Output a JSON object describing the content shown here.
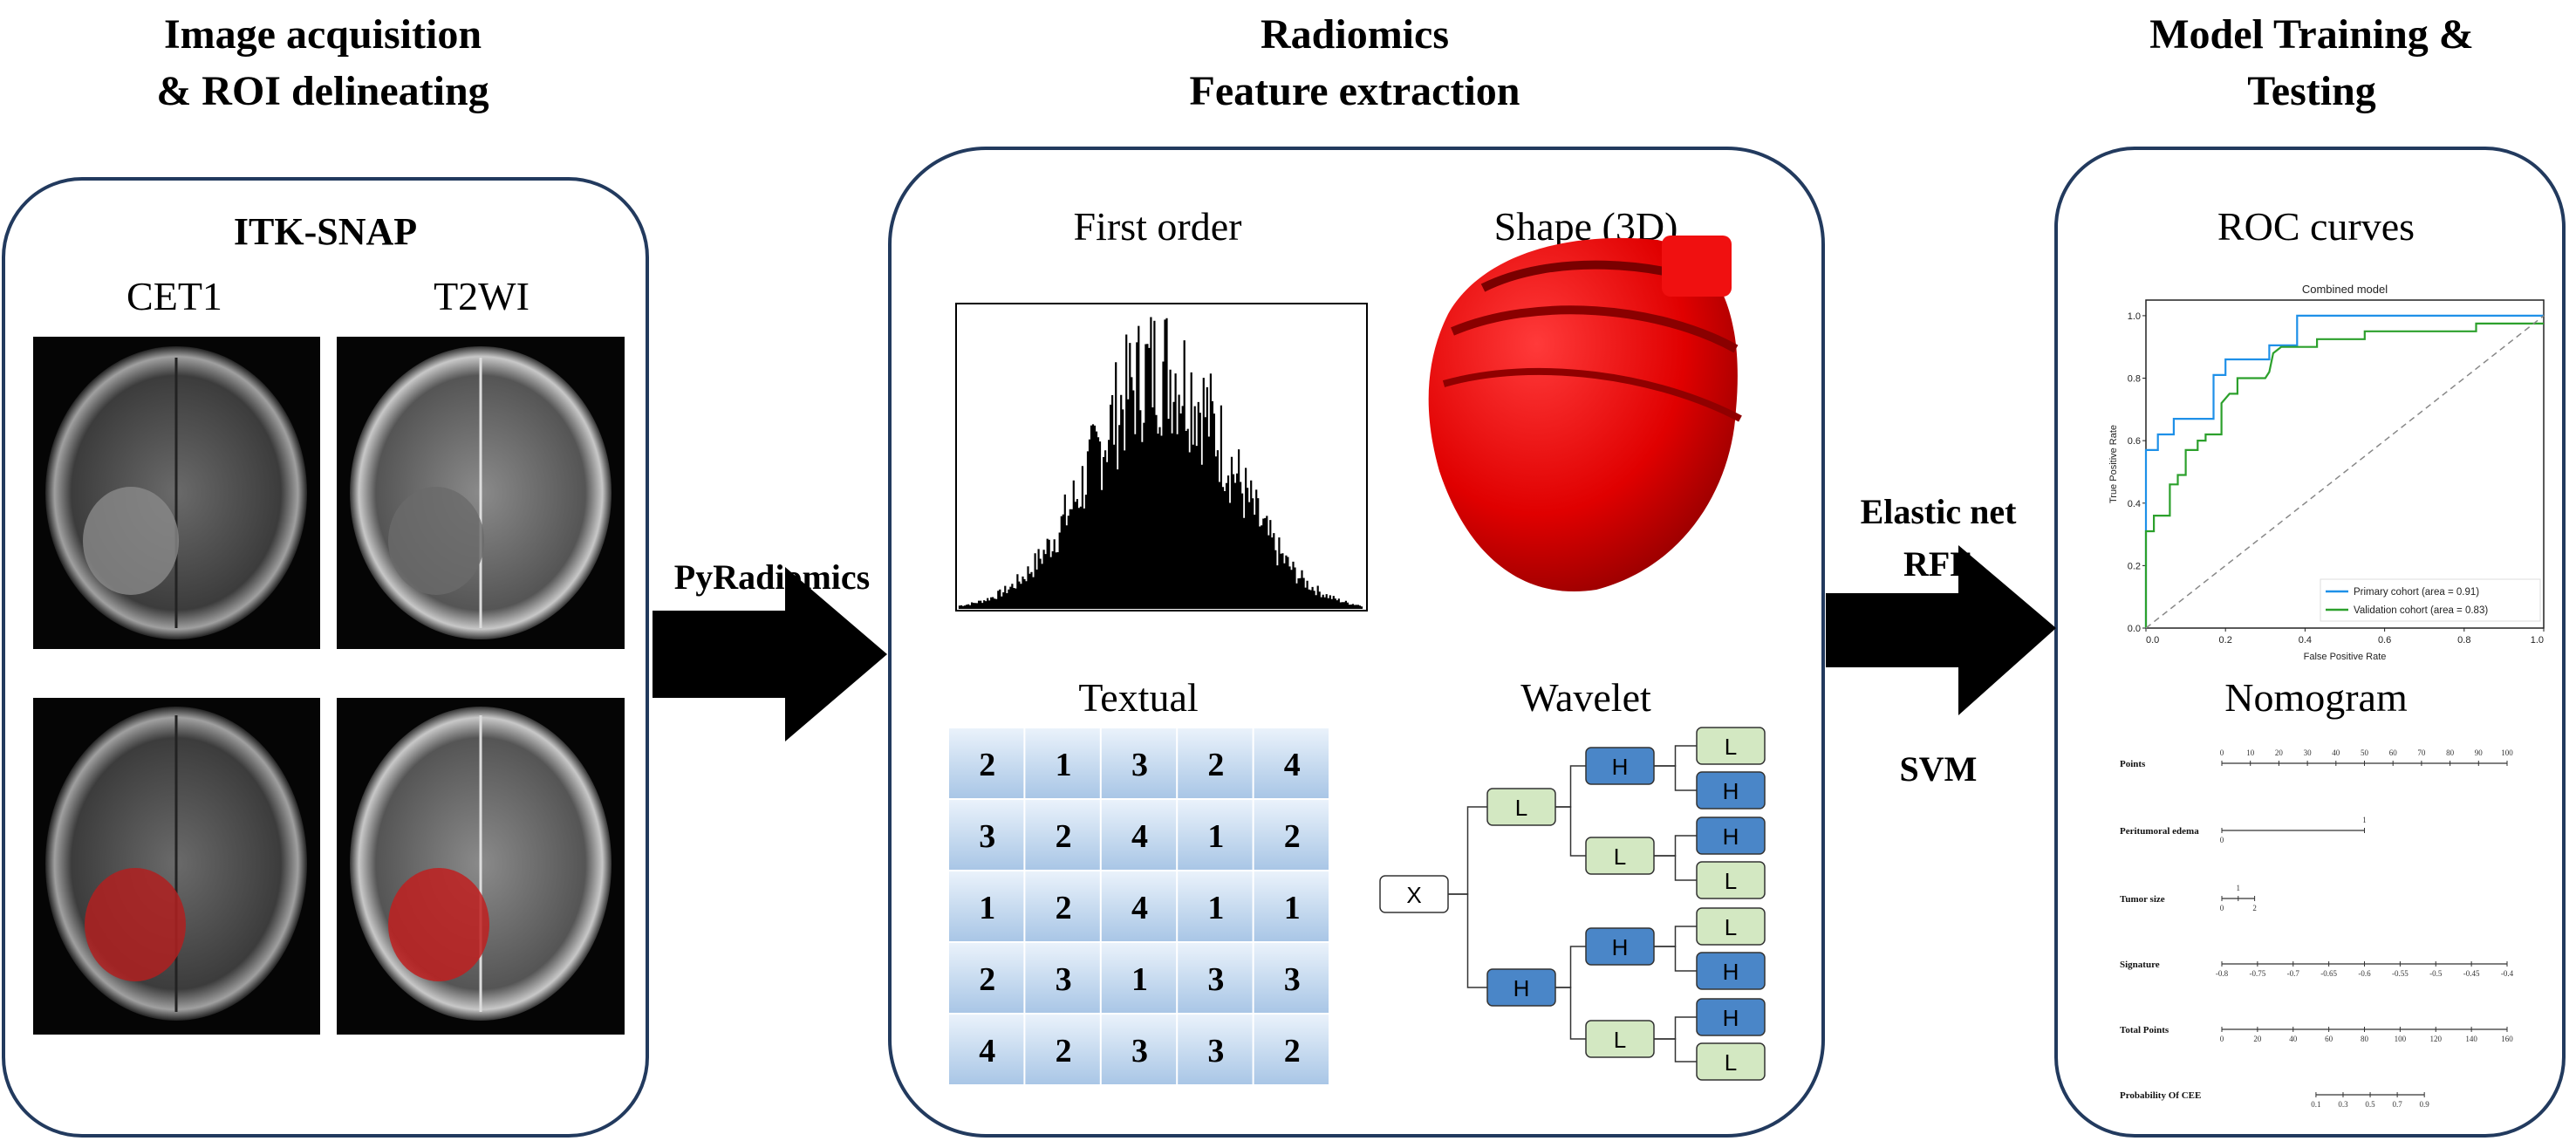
{
  "sections": {
    "acquisition": {
      "title_line1": "Image acquisition",
      "title_line2": "& ROI delineating",
      "tool": "ITK-SNAP",
      "sequences": [
        "CET1",
        "T2WI"
      ]
    },
    "radiomics": {
      "title_line1": "Radiomics",
      "title_line2": "Feature extraction",
      "first_order": "First order",
      "shape": "Shape (3D)",
      "textual": "Textual",
      "wavelet": "Wavelet"
    },
    "model": {
      "title_line1": "Model Training &",
      "title_line2": "Testing",
      "roc_label": "ROC curves",
      "nomogram_label": "Nomogram"
    }
  },
  "arrows": {
    "extract_label": "PyRadiomics",
    "select_labels": [
      "Elastic net",
      "RFE",
      "SVM"
    ]
  },
  "texture_matrix": [
    [
      2,
      1,
      3,
      2,
      4
    ],
    [
      3,
      2,
      4,
      1,
      2
    ],
    [
      1,
      2,
      4,
      1,
      1
    ],
    [
      2,
      3,
      1,
      3,
      3
    ],
    [
      4,
      2,
      3,
      3,
      2
    ]
  ],
  "wavelet_tree": {
    "root": "X",
    "level1": [
      "L",
      "H"
    ],
    "level2": [
      "H",
      "L",
      "H",
      "L"
    ],
    "leaves": [
      "L",
      "H",
      "H",
      "L",
      "L",
      "H",
      "H",
      "L"
    ],
    "colors": {
      "H": "#4a86c8",
      "L": "#d3e8c2"
    }
  },
  "chart_data": {
    "type": "line",
    "title": "Combined model",
    "xlabel": "False Positive Rate",
    "ylabel": "True Positive Rate",
    "xlim": [
      0,
      1
    ],
    "ylim": [
      0,
      1.05
    ],
    "xticks": [
      "0.0",
      "0.2",
      "0.4",
      "0.6",
      "0.8",
      "1.0"
    ],
    "yticks": [
      "0.0",
      "0.2",
      "0.4",
      "0.6",
      "0.8",
      "1.0"
    ],
    "legend_position": "bottom-right",
    "series": [
      {
        "name": "Primary cohort (area = 0.91)",
        "color": "#1e90e8",
        "x": [
          0,
          0,
          0.03,
          0.03,
          0.07,
          0.07,
          0.17,
          0.17,
          0.2,
          0.2,
          0.31,
          0.31,
          0.38,
          0.38,
          1
        ],
        "y": [
          0,
          0.57,
          0.57,
          0.62,
          0.62,
          0.67,
          0.67,
          0.81,
          0.81,
          0.86,
          0.86,
          0.905,
          0.905,
          1.0,
          1.0
        ]
      },
      {
        "name": "Validation cohort (area = 0.83)",
        "color": "#2ca02c",
        "x": [
          0,
          0,
          0.02,
          0.02,
          0.06,
          0.06,
          0.08,
          0.08,
          0.1,
          0.1,
          0.13,
          0.13,
          0.15,
          0.15,
          0.19,
          0.19,
          0.21,
          0.23,
          0.23,
          0.3,
          0.31,
          0.32,
          0.34,
          0.43,
          0.43,
          0.55,
          0.55,
          0.83,
          0.83,
          1
        ],
        "y": [
          0,
          0.31,
          0.31,
          0.36,
          0.36,
          0.46,
          0.46,
          0.49,
          0.49,
          0.57,
          0.57,
          0.6,
          0.6,
          0.62,
          0.62,
          0.72,
          0.75,
          0.75,
          0.8,
          0.8,
          0.82,
          0.88,
          0.9,
          0.9,
          0.925,
          0.925,
          0.95,
          0.95,
          0.975,
          0.975
        ]
      },
      {
        "name": "chance",
        "color": "#888888",
        "x": [
          0,
          1
        ],
        "y": [
          0,
          1
        ]
      }
    ]
  },
  "nomogram": {
    "rows": [
      {
        "label": "Points",
        "ticks": [
          "0",
          "10",
          "20",
          "30",
          "40",
          "50",
          "60",
          "70",
          "80",
          "90",
          "100"
        ],
        "start": 0,
        "end": 1
      },
      {
        "label": "Peritumoral edema",
        "ticks": [
          "0",
          "1"
        ],
        "start": 0,
        "end": 0.5
      },
      {
        "label": "Tumor size",
        "ticks": [
          "0",
          "1",
          "2"
        ],
        "start": 0,
        "end": 0.115
      },
      {
        "label": "Signature",
        "ticks": [
          "-0.8",
          "-0.75",
          "-0.7",
          "-0.65",
          "-0.6",
          "-0.55",
          "-0.5",
          "-0.45",
          "-0.4"
        ],
        "start": 0,
        "end": 1
      },
      {
        "label": "Total Points",
        "ticks": [
          "0",
          "20",
          "40",
          "60",
          "80",
          "100",
          "120",
          "140",
          "160"
        ],
        "start": 0,
        "end": 1
      },
      {
        "label": "Probability Of CEE",
        "ticks": [
          "0.1",
          "0.3",
          "0.5",
          "0.7",
          "0.9"
        ],
        "start": 0.33,
        "end": 0.71
      }
    ]
  }
}
